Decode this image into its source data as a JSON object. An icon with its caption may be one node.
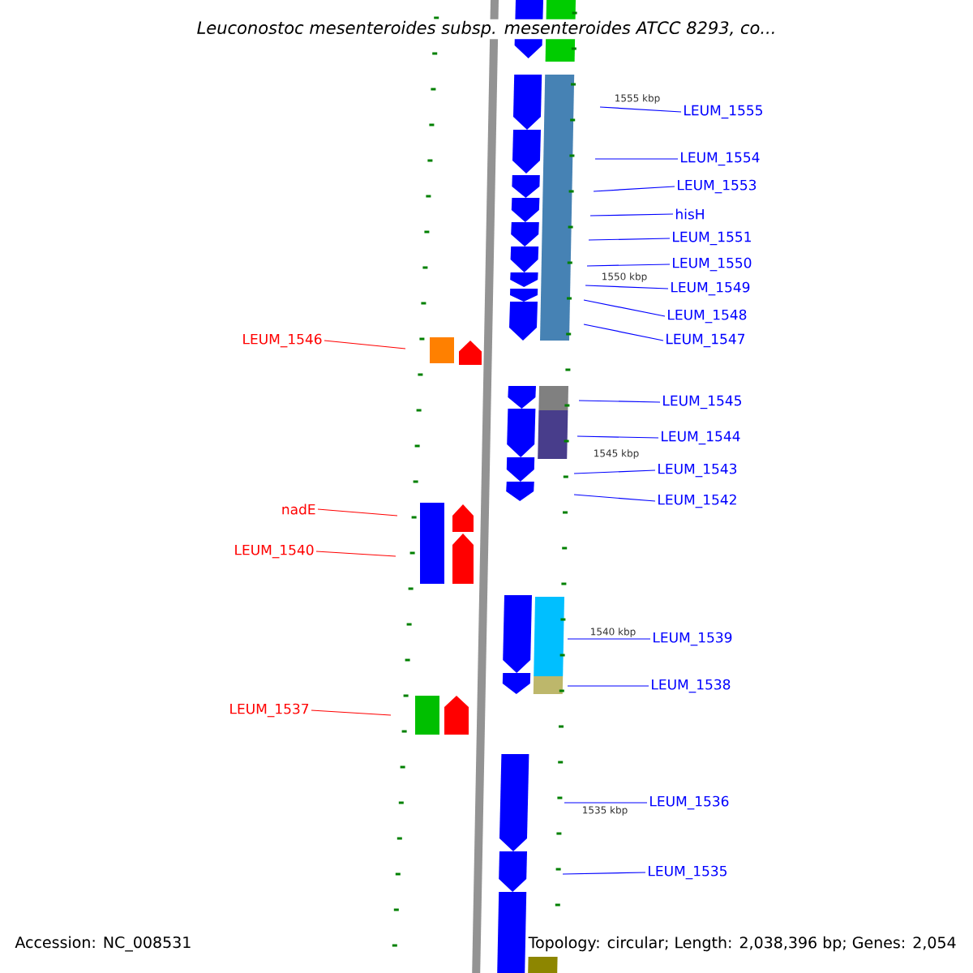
{
  "diagram": {
    "title": "Leuconostoc mesenteroides subsp. mesenteroides ATCC 8293, co...",
    "nodes": [
      {
        "text": [
          "LEUM_1555"
        ]
      },
      {
        "text": [
          "LEUM_1554"
        ]
      },
      {
        "text": [
          "LEUM_1553"
        ]
      },
      {
        "text": [
          "hisH"
        ]
      },
      {
        "text": [
          "LEUM_1551"
        ]
      },
      {
        "text": [
          "LEUM_1550"
        ]
      },
      {
        "text": [
          "LEUM_1549"
        ]
      },
      {
        "text": [
          "LEUM_1548"
        ]
      },
      {
        "text": [
          "LEUM_1547"
        ]
      },
      {
        "text": [
          "LEUM_1546"
        ]
      },
      {
        "text": [
          "LEUM_1545"
        ]
      },
      {
        "text": [
          "LEUM_1544"
        ]
      },
      {
        "text": [
          "LEUM_1543"
        ]
      },
      {
        "text": [
          "LEUM_1542"
        ]
      },
      {
        "text": [
          "nadE"
        ]
      },
      {
        "text": [
          "LEUM_1540"
        ]
      },
      {
        "text": [
          "LEUM_1539"
        ]
      },
      {
        "text": [
          "LEUM_1538"
        ]
      },
      {
        "text": [
          "LEUM_1537"
        ]
      },
      {
        "text": [
          "LEUM_1536"
        ]
      },
      {
        "text": [
          "LEUM_1535"
        ]
      }
    ],
    "edges": [
      {
        "from": 0,
        "to": null,
        "arrow": "none"
      },
      {
        "from": 1,
        "to": null,
        "arrow": "none"
      },
      {
        "from": 2,
        "to": null,
        "arrow": "none"
      },
      {
        "from": 3,
        "to": null,
        "arrow": "none"
      },
      {
        "from": 4,
        "to": null,
        "arrow": "none"
      },
      {
        "from": 5,
        "to": null,
        "arrow": "none"
      },
      {
        "from": 6,
        "to": null,
        "arrow": "none"
      },
      {
        "from": 7,
        "to": null,
        "arrow": "none"
      },
      {
        "from": 8,
        "to": null,
        "arrow": "none"
      },
      {
        "from": 9,
        "to": null,
        "arrow": "none",
        "color": "#ff0000"
      },
      {
        "from": 10,
        "to": null,
        "arrow": "none"
      },
      {
        "from": 11,
        "to": null,
        "arrow": "none"
      },
      {
        "from": 12,
        "to": null,
        "arrow": "none"
      },
      {
        "from": 13,
        "to": null,
        "arrow": "none"
      },
      {
        "from": 14,
        "to": null,
        "arrow": "none",
        "color": "#ff0000"
      },
      {
        "from": 15,
        "to": null,
        "arrow": "none",
        "color": "#ff0000"
      },
      {
        "from": 16,
        "to": null,
        "arrow": "none"
      },
      {
        "from": 17,
        "to": null,
        "arrow": "none"
      },
      {
        "from": 18,
        "to": null,
        "arrow": "none",
        "color": "#ff0000"
      },
      {
        "from": 19,
        "to": null,
        "arrow": "none"
      },
      {
        "from": 20,
        "to": null,
        "arrow": "none"
      }
    ],
    "labels": [
      "1555 kbp",
      "1550 kbp",
      "1545 kbp",
      "1540 kbp",
      "1535 kbp",
      "Accession: NC_008531",
      "Topology: circular; Length: 2,038,396 bp; Genes: 2,054"
    ]
  }
}
